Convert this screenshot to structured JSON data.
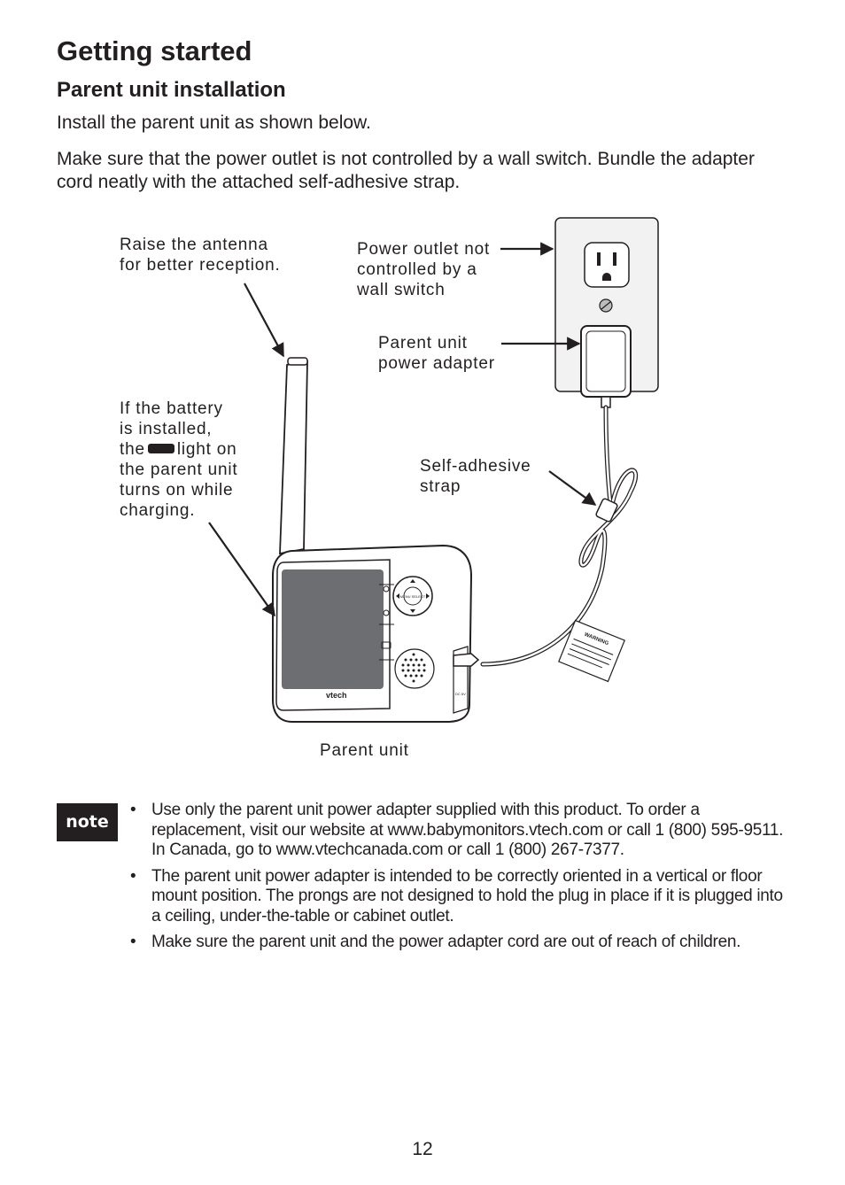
{
  "header": {
    "title": "Getting started",
    "section": "Parent unit installation"
  },
  "intro": [
    "Install the parent unit as shown below.",
    "Make sure that the power outlet is not controlled by a wall switch. Bundle the adapter cord neatly with the attached self-adhesive strap."
  ],
  "figure": {
    "callouts": {
      "antenna": "Raise the antenna\nfor better reception.",
      "outlet": "Power outlet not\ncontrolled by a\nwall switch",
      "adapter": "Parent unit\npower adapter",
      "strap": "Self-adhesive\nstrap",
      "battery_before": "If the battery\nis installed,\nthe",
      "battery_after": "light on\nthe parent unit\nturns on while\ncharging.",
      "unit": "Parent unit"
    },
    "device_marks": {
      "brand": "vtech",
      "menu_button": "MENU\nSELECT",
      "dc_label": "DC 6V",
      "tag": "WARNING"
    }
  },
  "note": {
    "badge": "note",
    "items": [
      "Use only the parent unit power adapter supplied with this product. To order a replacement, visit our website at www.babymonitors.vtech.com or call 1 (800) 595-9511. In Canada, go to www.vtechcanada.com or call 1 (800) 267-7377.",
      "The parent unit power adapter is intended to be correctly oriented in a vertical or floor mount position. The prongs are not designed to hold the plug in place if it is plugged into a ceiling, under-the-table or cabinet outlet.",
      "Make sure the parent unit and the power adapter cord are out of reach of children."
    ]
  },
  "footer": {
    "page_number": "12"
  }
}
